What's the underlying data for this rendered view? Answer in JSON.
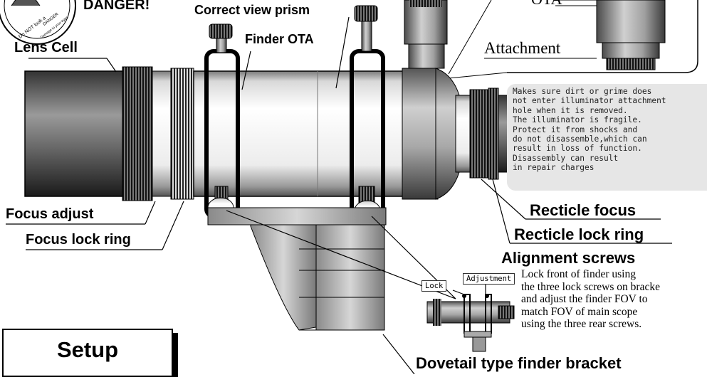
{
  "labels": {
    "danger": "DANGER!",
    "correct_view_prism": "Correct view prism",
    "finder_ota": "Finder OTA",
    "lens_cell": "Lens Cell",
    "attachment": "Attachment",
    "ota_partial": "OTA",
    "focus_adjust": "Focus adjust",
    "focus_lock_ring": "Focus lock ring",
    "recticle_focus": "Recticle focus",
    "recticle_lock_ring": "Recticle lock ring",
    "alignment_screws": "Alignment screws",
    "dovetail_bracket": "Dovetail type finder bracket",
    "setup": "Setup"
  },
  "warning_sticker": {
    "line1": "Do NOT look a",
    "line2": "DANGER",
    "line3": "Damage to your eyes"
  },
  "note": {
    "lines": [
      "Makes sure dirt or grime does",
      "not enter illuminator attachment",
      "hole when it is removed.",
      "The illuminator is fragile.",
      "Protect it from shocks and",
      "do not disassemble,which can",
      "result in loss of function.",
      "Disassembly can result",
      "in repair charges"
    ]
  },
  "inset": {
    "lock_tag": "Lock",
    "adjustment_tag": "Adjustment",
    "instructions": [
      "Lock front of finder using",
      "the three lock screws on bracke",
      "and adjust the finder FOV to",
      "match FOV of main scope",
      "using the three rear screws."
    ]
  },
  "colors": {
    "ink": "#000000",
    "note_bg": "#e6e6e6",
    "metal_dark": "#2a2a2a",
    "metal_light": "#f2f2f2"
  }
}
